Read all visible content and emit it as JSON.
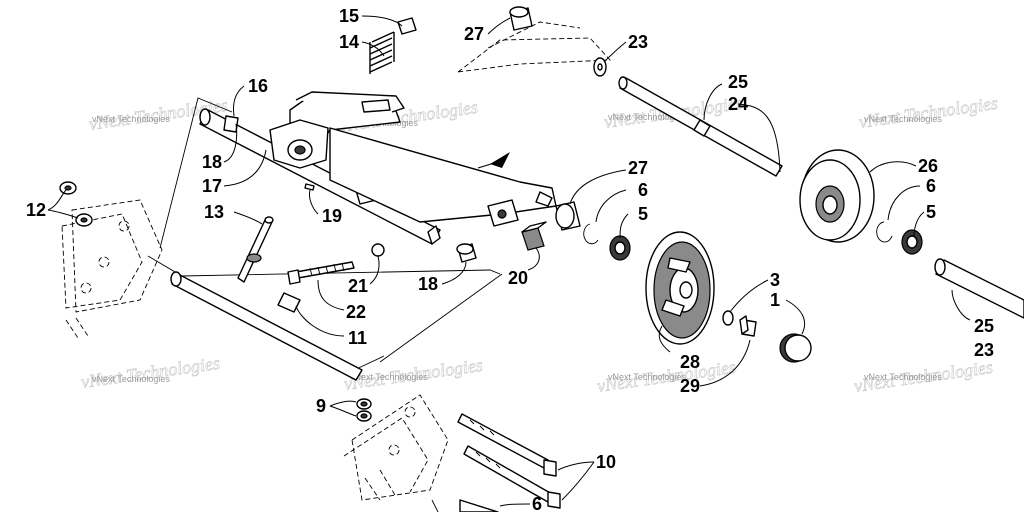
{
  "watermark": {
    "brand": "vNext Technologies"
  },
  "callouts": {
    "c15": "15",
    "c14": "14",
    "c16": "16",
    "c27a": "27",
    "c23a": "23",
    "c25a": "25",
    "c24": "24",
    "c26": "26",
    "c6a": "6",
    "c5a": "5",
    "c27b": "27",
    "c6b": "6",
    "c5b": "5",
    "c18a": "18",
    "c17": "17",
    "c12": "12",
    "c13": "13",
    "c19": "19",
    "c21": "21",
    "c18b": "18",
    "c20": "20",
    "c22": "22",
    "c3": "3",
    "c1": "1",
    "c11": "11",
    "c25b": "25",
    "c23b": "23",
    "c28": "28",
    "c29": "29",
    "c9": "9",
    "c10": "10",
    "c6c": "6"
  },
  "arrow_icon": "direction-arrow-icon"
}
